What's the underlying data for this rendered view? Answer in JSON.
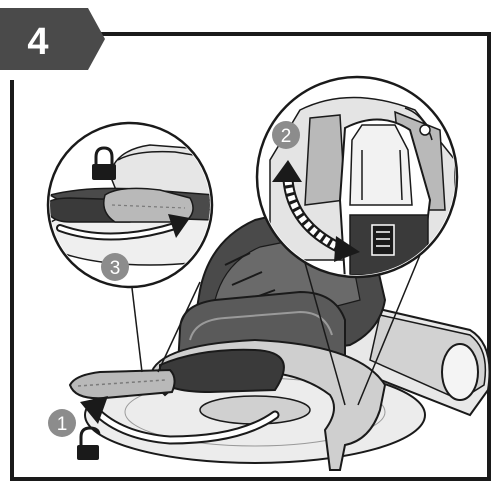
{
  "step": {
    "number": "4"
  },
  "callouts": [
    {
      "number": "1"
    },
    {
      "number": "2"
    },
    {
      "number": "3"
    }
  ],
  "icons": {
    "lock": "lock-icon",
    "unlock": "unlock-icon",
    "curved_arrow": "curved-arrow-icon",
    "dashed_double_arrow": "dashed-double-arrow-icon"
  },
  "colors": {
    "step_badge": "#4a4a4a",
    "callout_circle": "#8c8c8c",
    "outline": "#1a1a1a",
    "frame": "#1a1a1a",
    "tool_body": "#3a3a3a",
    "guard": "#cfcfcf",
    "lever_highlight": "#b9b9b9"
  }
}
